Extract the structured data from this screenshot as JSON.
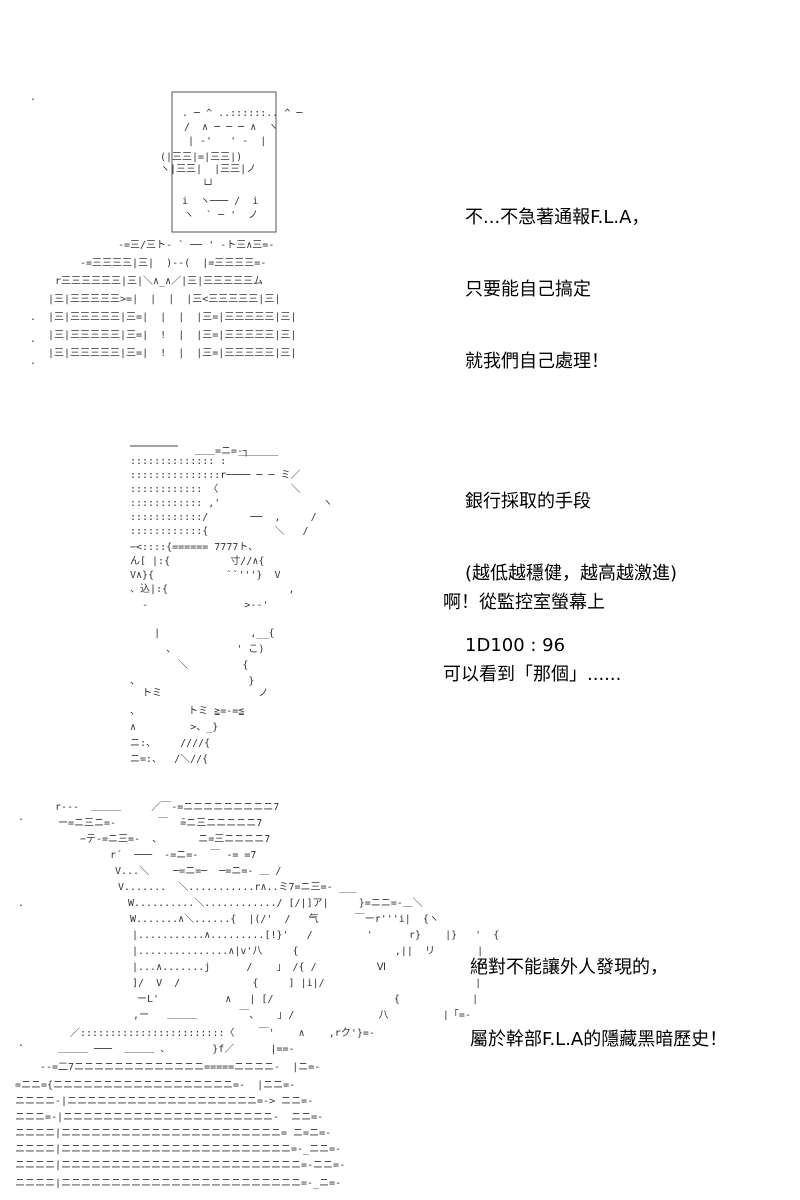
{
  "panel1": {
    "lines": [
      "不...不急著通報F.L.A，",
      "只要能自己搞定",
      "就我們自己處理！",
      "",
      "銀行採取的手段",
      "(越低越穩健，越高越激進)",
      "1D100 : 96"
    ]
  },
  "panel2": {
    "lines": [
      "啊！從監控室螢幕上",
      "可以看到「那個」......"
    ]
  },
  "panel3": {
    "lines": [
      "絕對不能讓外人發現的，",
      "屬於幹部F.L.A的隱藏黑暗歷史！"
    ]
  }
}
